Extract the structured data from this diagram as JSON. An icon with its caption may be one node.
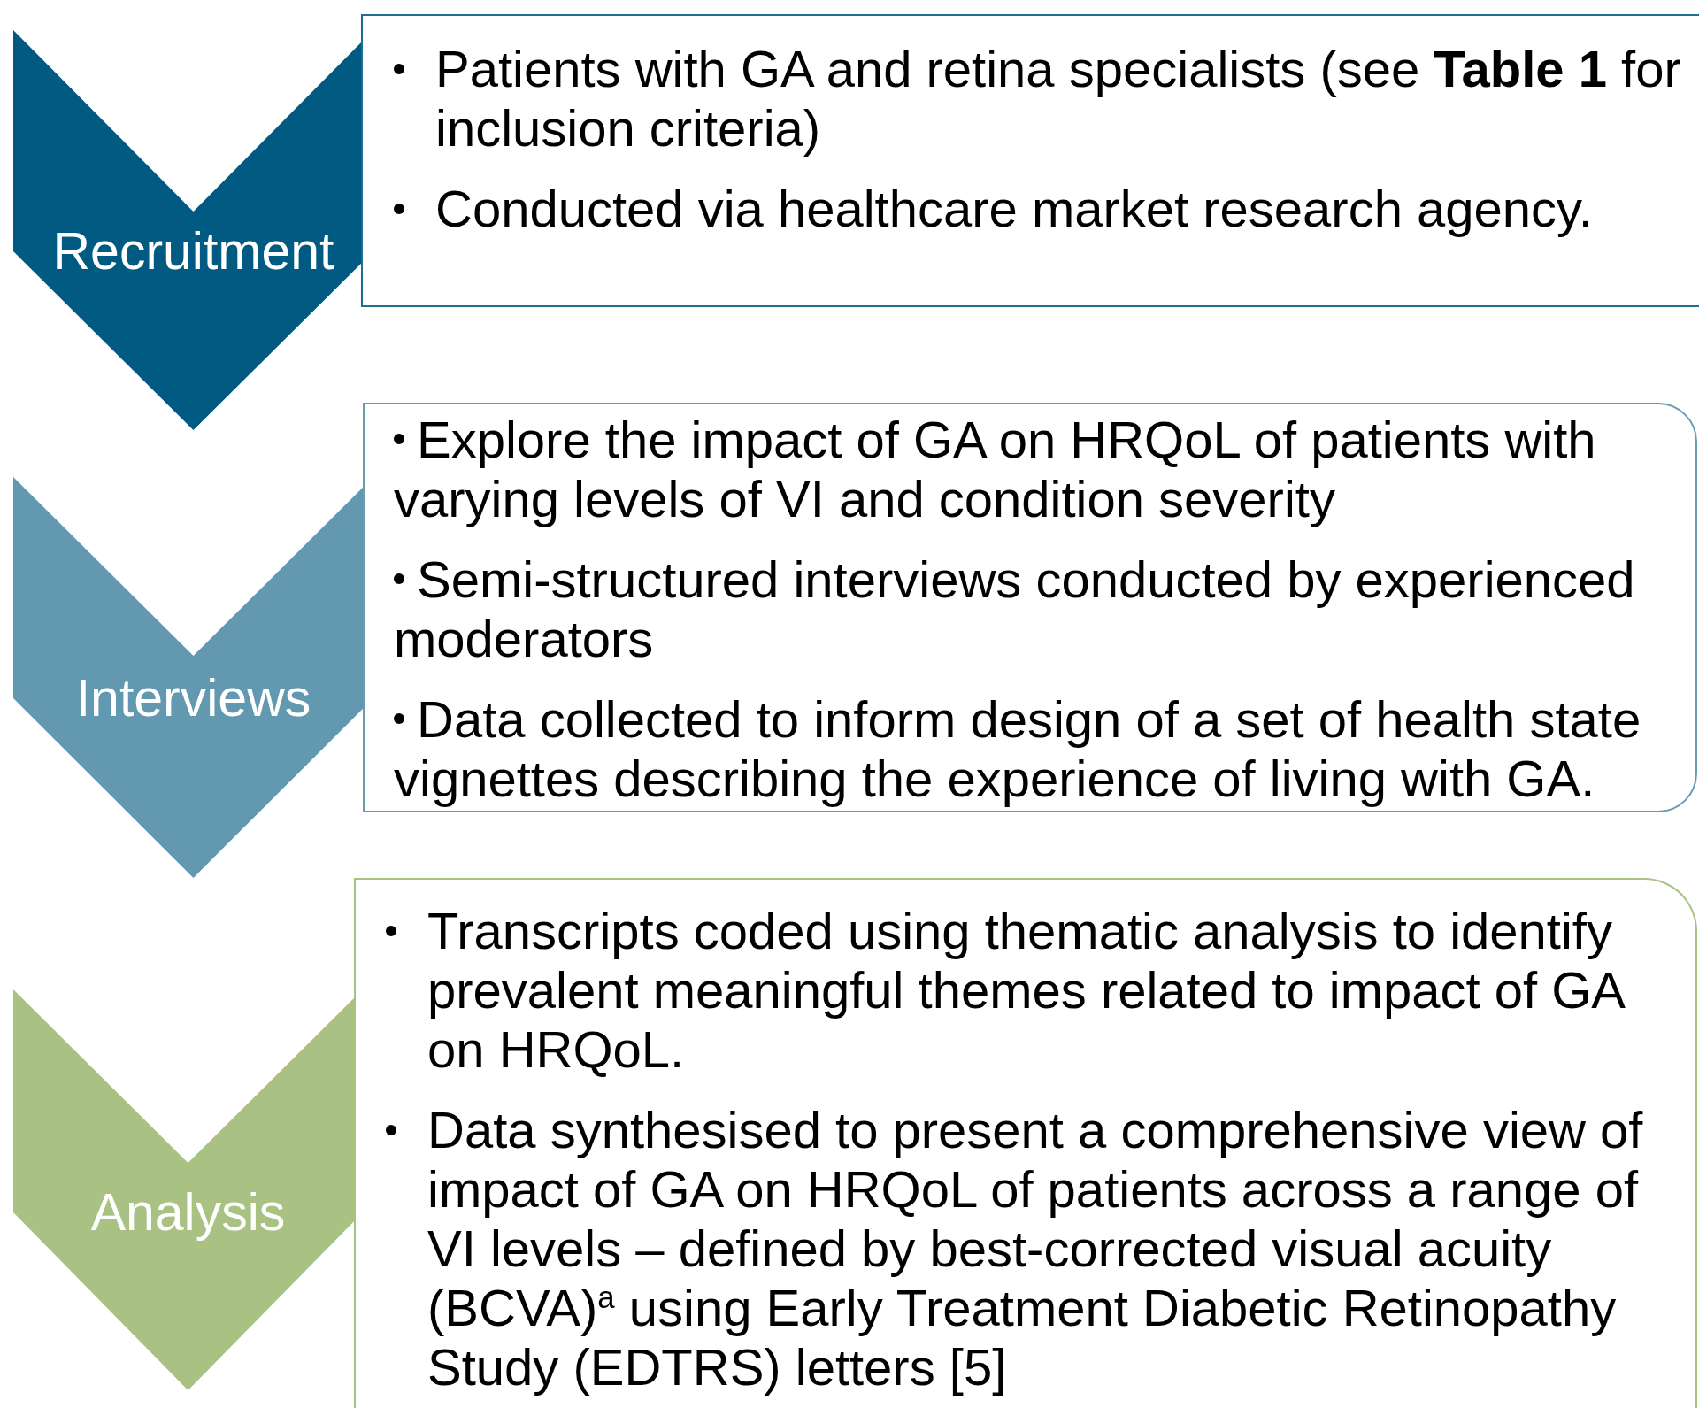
{
  "diagram": {
    "nodes": [
      {
        "text": [
          "Recruitment"
        ]
      },
      {
        "text": [
          "Patients with GA and retina specialists (see **Table 1** for inclusion criteria)",
          "Conducted via healthcare market research agency."
        ]
      },
      {
        "text": [
          "Interviews"
        ]
      },
      {
        "text": [
          "Explore the impact of GA on HRQoL of patients with varying levels of VI and condition severity",
          "Semi-structured interviews conducted by experienced moderators",
          "Data collected to inform design of a set of health state vignettes describing the experience of living with GA."
        ]
      },
      {
        "text": [
          "Analysis"
        ]
      },
      {
        "text": [
          "Transcripts coded using thematic analysis to identify prevalent meaningful themes related to impact of GA on HRQoL.",
          "Data synthesised to present a comprehensive view of impact of GA on HRQoL of patients across a range of VI levels – defined by best-corrected visual acuity (BCVA)$^{a}$ using Early Treatment Diabetic Retinopathy Study (EDTRS) letters [5]"
        ]
      }
    ]
  }
}
